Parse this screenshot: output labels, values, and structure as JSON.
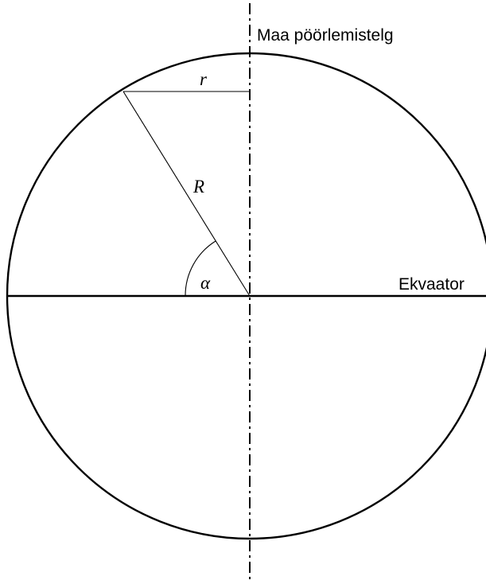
{
  "labels": {
    "axis": "Maa pöörlemistelg",
    "equator": "Ekvaator",
    "small_radius": "r",
    "big_radius": "R",
    "angle": "α"
  },
  "colors": {
    "stroke": "#000000",
    "background": "#ffffff"
  }
}
